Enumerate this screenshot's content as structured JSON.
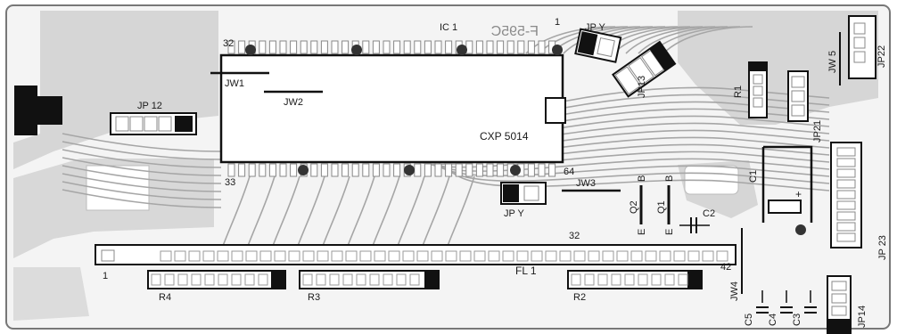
{
  "board": {
    "chip": {
      "ref": "IC 1",
      "part": "CXP 5014",
      "pin_1": "1",
      "pin_32": "32",
      "pin_33": "33",
      "pin_64": "64"
    },
    "silkscreen_mirrored": "F-595C",
    "jumpers": {
      "jp12": "JP 12",
      "jpy_top": "JP Y",
      "jpy_bottom": "JP Y",
      "jp13": "JP13",
      "jp21": "JP21",
      "jp22": "JP22",
      "jp23": "JP 23",
      "jp14": "JP14"
    },
    "wire_jumpers": {
      "jw1": "JW1",
      "jw2": "JW2",
      "jw3": "JW3",
      "jw4": "JW4",
      "jw5": "JW 5"
    },
    "transistors": {
      "q1": "Q1",
      "q2": "Q2",
      "b_label": "B",
      "e_label": "E"
    },
    "resistors": {
      "r1": "R1",
      "r2": "R2",
      "r3": "R3",
      "r4": "R4"
    },
    "capacitors": {
      "c1": "C1",
      "c2": "C2",
      "c3": "C3",
      "c4": "C4",
      "c5": "C5",
      "plus": "+"
    },
    "connector": {
      "ref": "FL 1",
      "pin_1": "1",
      "pin_32": "32",
      "pin_42": "42"
    }
  }
}
